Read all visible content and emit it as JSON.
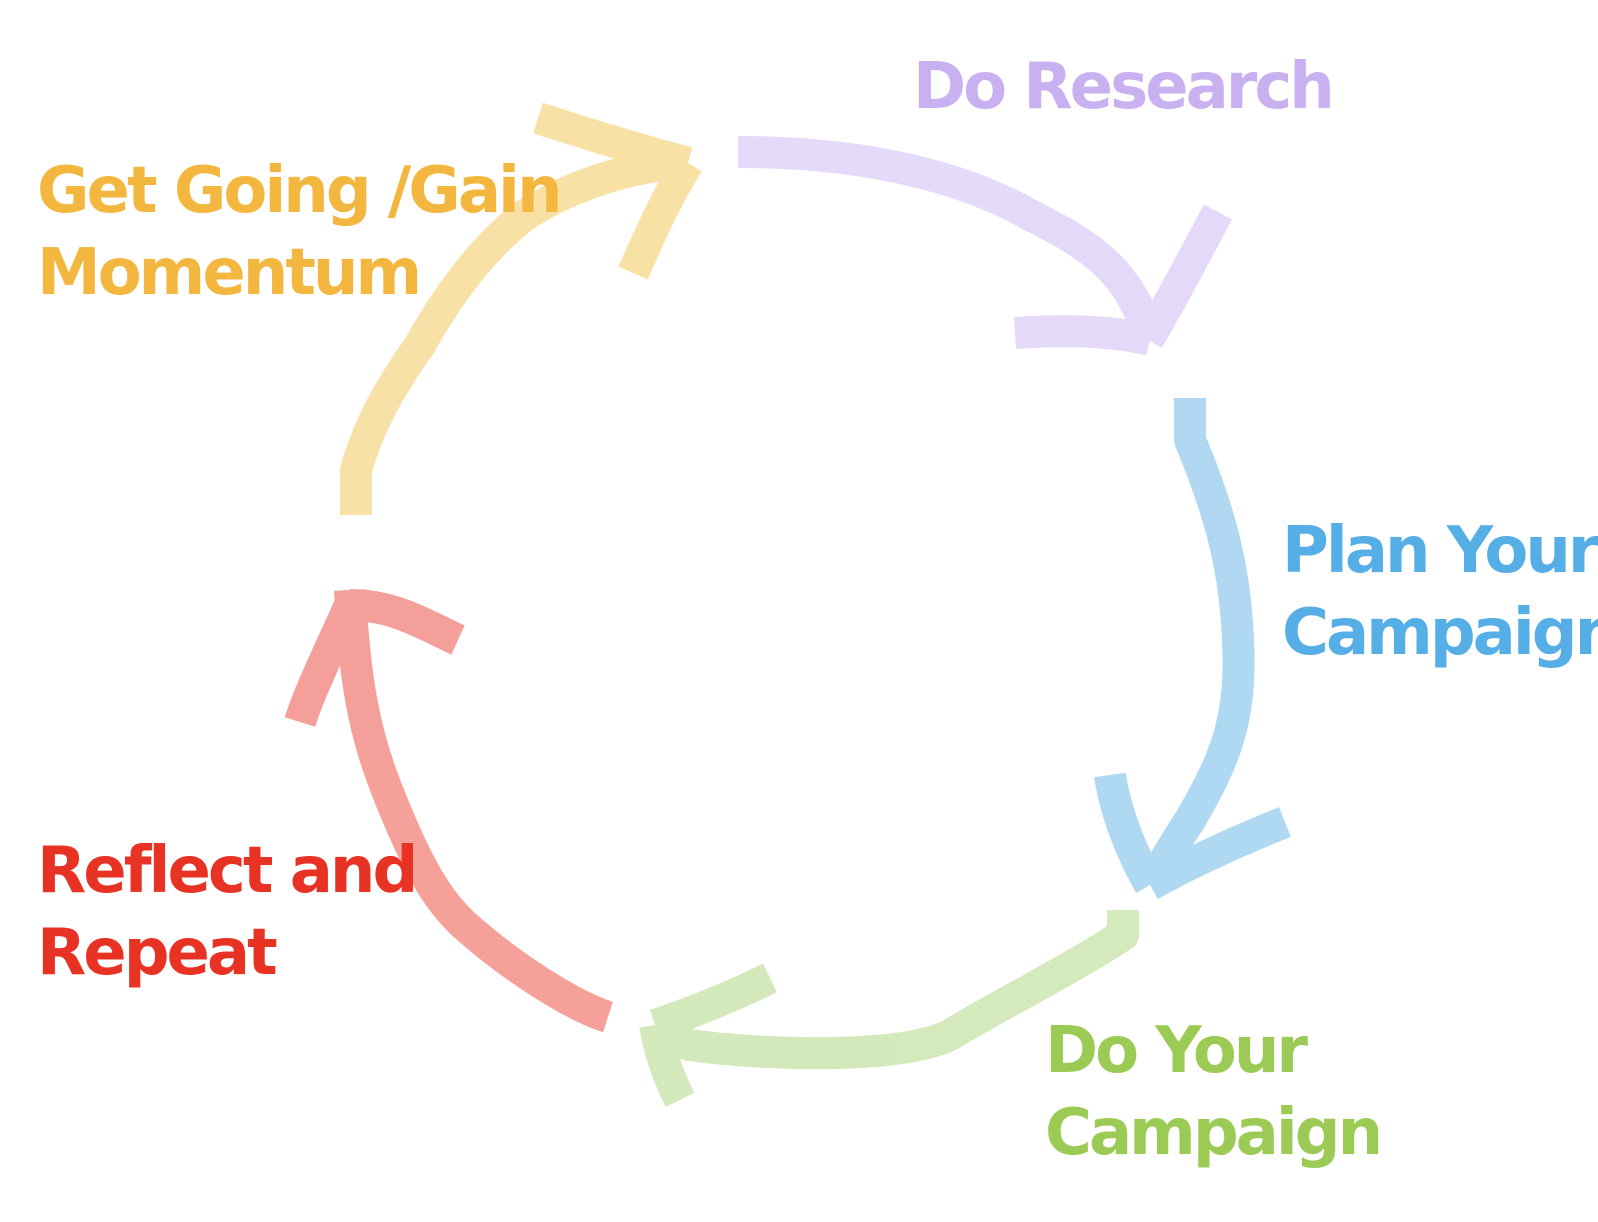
{
  "stages": {
    "research": {
      "lines": [
        "Do Research"
      ],
      "color": "#c9b1f1"
    },
    "plan": {
      "lines": [
        "Plan Your",
        "Campaign"
      ],
      "color": "#55aee6"
    },
    "do": {
      "lines": [
        "Do Your",
        "Campaign"
      ],
      "color": "#9bcb54"
    },
    "reflect": {
      "lines": [
        "Reflect and",
        "Repeat"
      ],
      "color": "#e83224"
    },
    "momentum": {
      "lines": [
        "Get Going /Gain",
        "Momentum"
      ],
      "color": "#f3b740"
    }
  },
  "arrows": {
    "research": "#dccdf8",
    "plan": "#95cbef",
    "do": "#c5e2a6",
    "reflect": "#f28880",
    "momentum": "#f7dc96"
  }
}
